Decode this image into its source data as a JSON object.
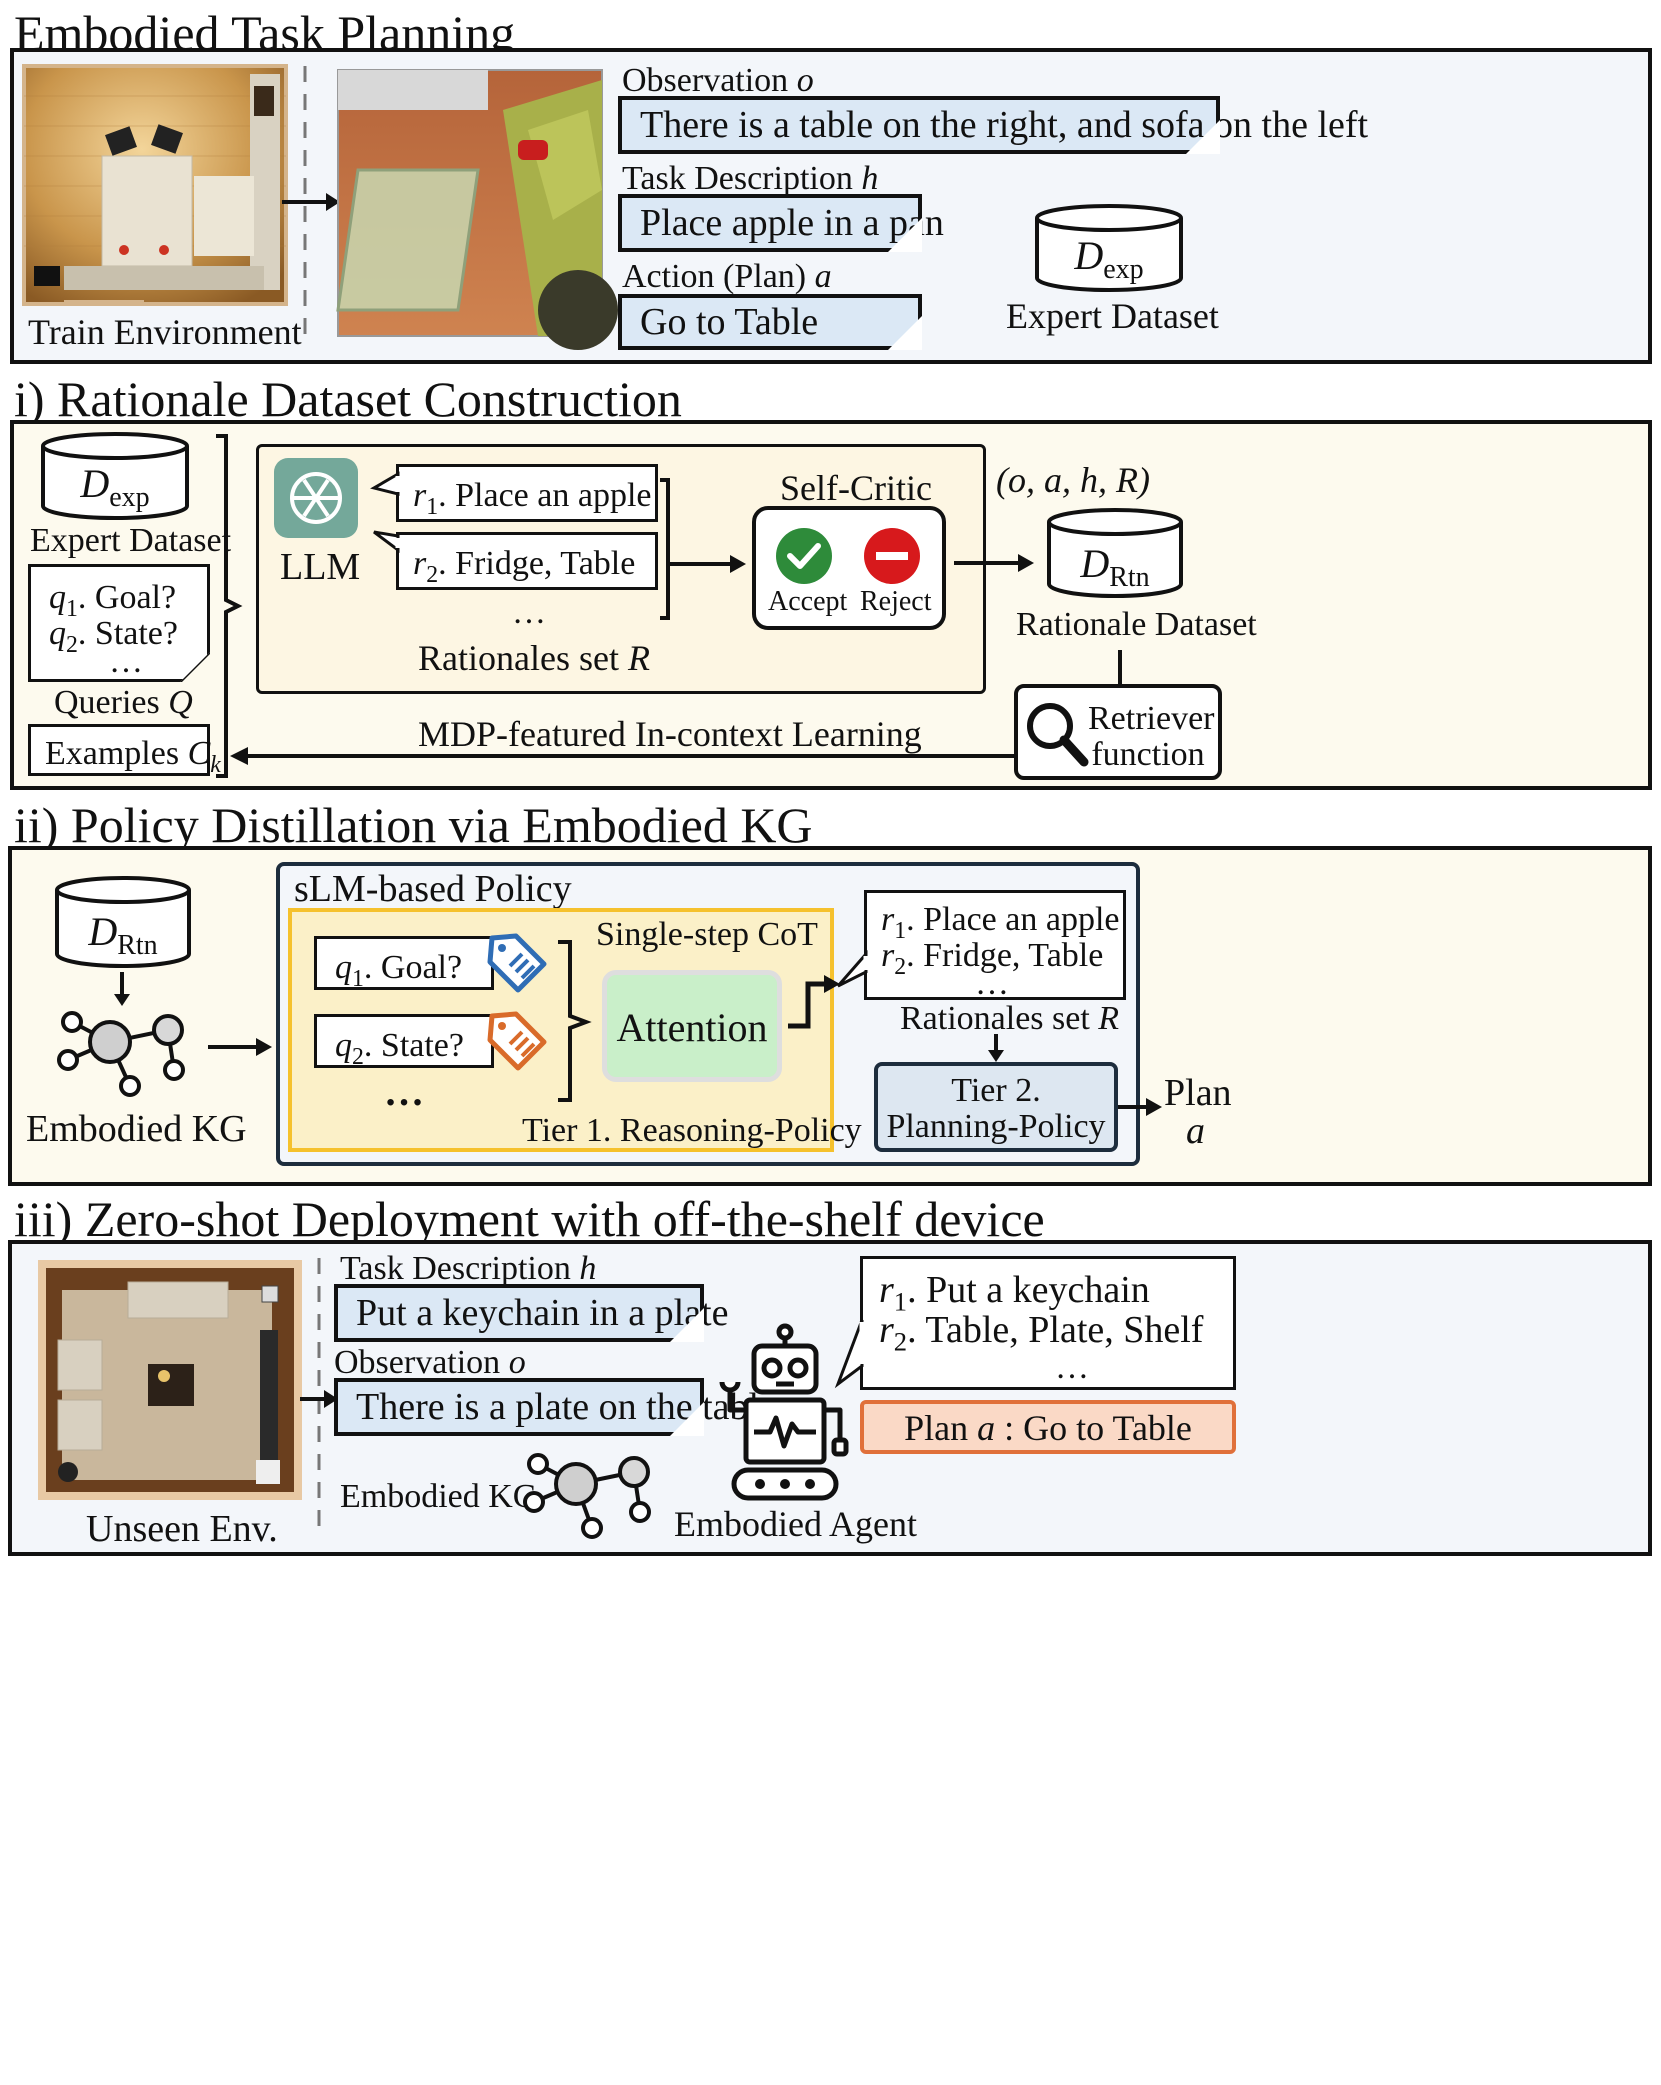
{
  "sections": {
    "planning": {
      "title": "Embodied Task Planning",
      "train_env_label": "Train Environment",
      "observation_label": "Observation",
      "observation_var": "o",
      "observation_text": "There is a table on the right, and sofa on the left",
      "task_label": "Task Description",
      "task_var": "h",
      "task_text": "Place apple in a pan",
      "action_label": "Action (Plan)",
      "action_var": "a",
      "action_text": "Go to Table",
      "dataset_symbol": "D",
      "dataset_sub": "exp",
      "dataset_label": "Expert Dataset"
    },
    "rationale": {
      "title": "i) Rationale Dataset Construction",
      "dataset_symbol": "D",
      "dataset_sub": "exp",
      "dataset_label": "Expert Dataset",
      "query1_var": "q",
      "query1_sub": "1",
      "query1_text": ". Goal?",
      "query2_var": "q",
      "query2_sub": "2",
      "query2_text": ". State?",
      "query_ellipsis": "…",
      "queries_label": "Queries",
      "queries_var": "Q",
      "examples_label": "Examples",
      "examples_var": "C",
      "examples_sub": "k",
      "llm_label": "LLM",
      "r1_var": "r",
      "r1_sub": "1",
      "r1_text": ". Place an apple",
      "r2_var": "r",
      "r2_sub": "2",
      "r2_text": ". Fridge, Table",
      "r_ellipsis": "…",
      "rset_label": "Rationales set",
      "rset_var": "R",
      "critic_label": "Self-Critic",
      "accept_label": "Accept",
      "reject_label": "Reject",
      "tuple_label": "(o, a, h, R)",
      "rtn_symbol": "D",
      "rtn_sub": "Rtn",
      "rtn_label": "Rationale Dataset",
      "retriever_line1": "Retriever",
      "retriever_line2": "function",
      "icl_label": "MDP-featured In-context Learning"
    },
    "distill": {
      "title": "ii) Policy Distillation via Embodied KG",
      "rtn_symbol": "D",
      "rtn_sub": "Rtn",
      "kg_label": "Embodied KG",
      "policy_title": "sLM-based Policy",
      "cot_label": "Single-step CoT",
      "q1_var": "q",
      "q1_sub": "1",
      "q1_text": ". Goal?",
      "q2_var": "q",
      "q2_sub": "2",
      "q2_text": ". State?",
      "q_ellipsis": "…",
      "attention_label": "Attention",
      "tier1_label": "Tier 1. Reasoning-Policy",
      "r1_var": "r",
      "r1_sub": "1",
      "r1_text": ". Place an apple",
      "r2_var": "r",
      "r2_sub": "2",
      "r2_text": ". Fridge, Table",
      "r_ellipsis": "…",
      "rset_label": "Rationales set",
      "rset_var": "R",
      "tier2_line1": "Tier 2.",
      "tier2_line2": "Planning-Policy",
      "plan_label": "Plan",
      "plan_var": "a"
    },
    "deploy": {
      "title": "iii) Zero-shot Deployment with off-the-shelf device",
      "env_label": "Unseen Env.",
      "task_label": "Task Description",
      "task_var": "h",
      "task_text": "Put a keychain in a plate",
      "obs_label": "Observation",
      "obs_var": "o",
      "obs_text": "There is a plate on the table",
      "kg_label": "Embodied KG",
      "agent_label": "Embodied Agent",
      "r1_var": "r",
      "r1_sub": "1",
      "r1_text": ". Put a keychain",
      "r2_var": "r",
      "r2_sub": "2",
      "r2_text": ". Table, Plate, Shelf",
      "r_ellipsis": "…",
      "plan_prefix": "Plan",
      "plan_var": "a",
      "plan_text": ": Go to Table"
    }
  },
  "colors": {
    "panel_blue": "#f3f6fa",
    "panel_cream": "#fdfaee",
    "note_blue": "#dbe8f5",
    "llm_teal": "#74a89a",
    "accept_green": "#2e8b3a",
    "reject_red": "#d7191c",
    "policy_yellow": "#fbf0c8",
    "policy_border": "#f5c12d",
    "attention_green": "#c9efc9",
    "tier2_blue": "#dde7f1",
    "plan_orange": "#fad9c6",
    "plan_orange_border": "#e0703a",
    "tag_blue": "#2f6db5",
    "tag_orange": "#d96b2a"
  }
}
